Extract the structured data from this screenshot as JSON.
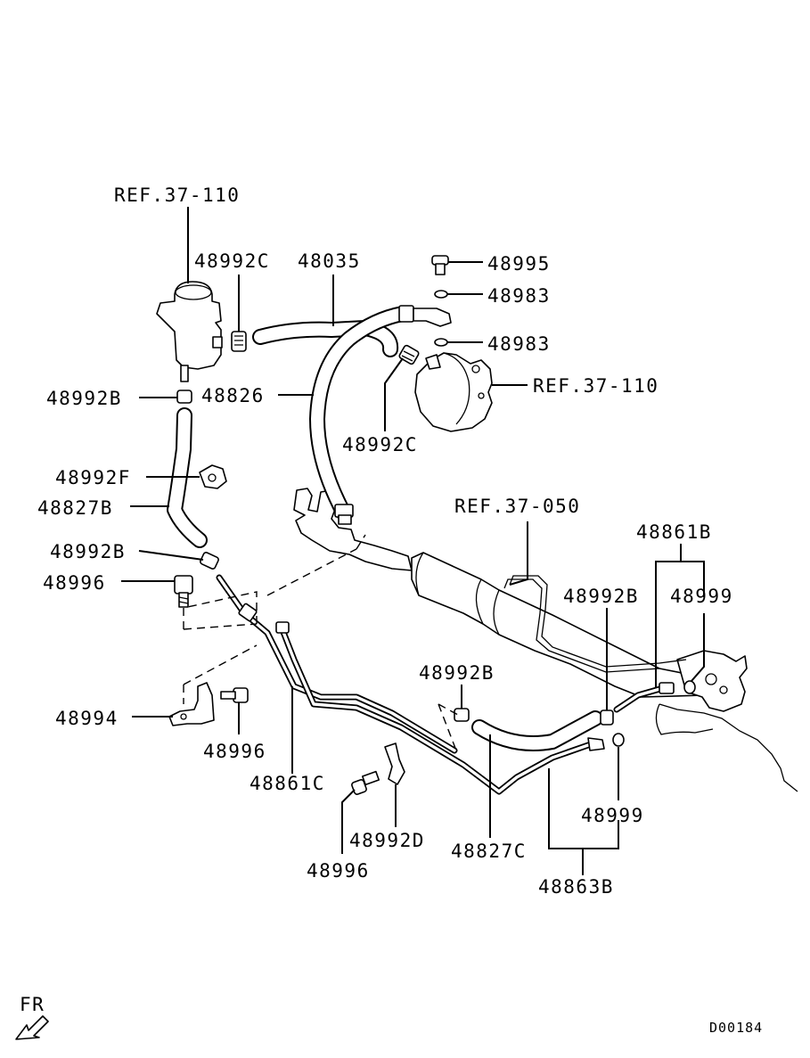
{
  "labels": {
    "ref_reservoir": "REF.37-110",
    "clamp_top": "48992C",
    "suction_hose": "48035",
    "eye_bolt": "48995",
    "gasket_upper": "48983",
    "gasket_lower": "48983",
    "ref_pump": "REF.37-110",
    "clamp_left": "48992B",
    "pressure_hose": "48826",
    "clamp_pump": "48992C",
    "clamp_f": "48992F",
    "return_hose": "48827B",
    "clamp_b_lower": "48992B",
    "bolt_upper": "48996",
    "ref_gear": "REF.37-050",
    "pressure_tube": "48861B",
    "clamp_b_right": "48992B",
    "gasket_right_upper": "48999",
    "clamp_b_center": "48992B",
    "bracket": "48994",
    "bolt_middle": "48996",
    "pressure_tube_c": "48861C",
    "clamp_d": "48992D",
    "bolt_lower": "48996",
    "return_hose_c": "48827C",
    "gasket_right_lower": "48999",
    "return_tube": "48863B"
  },
  "corner": {
    "front": "FR",
    "diagram_id": "D00184"
  }
}
